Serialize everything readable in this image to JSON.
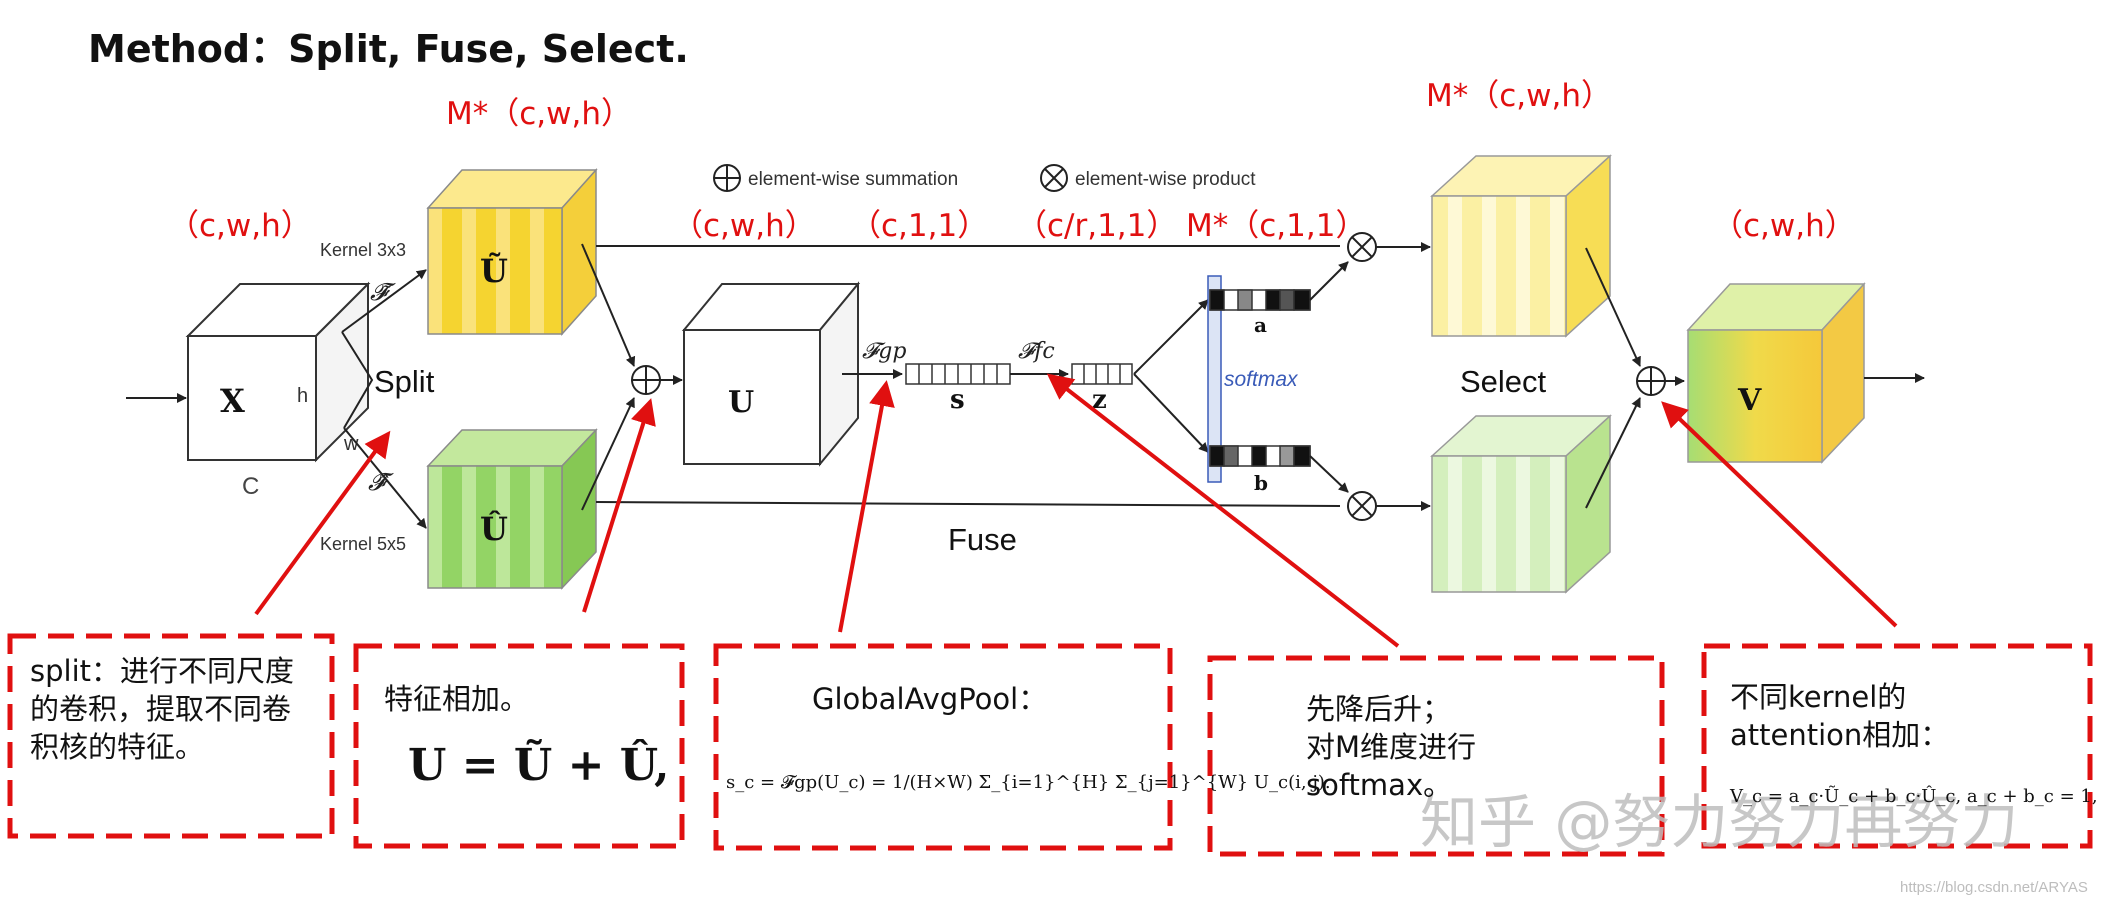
{
  "title": "Method：Split, Fuse, Select.",
  "colors": {
    "red": "#e01010",
    "yellow": "#f5d430",
    "green": "#93d465",
    "softmax_blue": "#3a5bb8"
  },
  "dims": {
    "x_input": "（c,w,h）",
    "branches": "M*（c,w,h）",
    "u": "（c,w,h）",
    "s": "（c,1,1）",
    "z": "（c/r,1,1）",
    "attention": "M*（c,1,1）",
    "select_out": "M*（c,w,h）",
    "v_out": "（c,w,h）"
  },
  "legend": {
    "sum": "element-wise summation",
    "product": "element-wise product"
  },
  "diagram": {
    "x_label": "X",
    "h_label": "h",
    "w_label": "w",
    "c_label": "C",
    "split_label": "Split",
    "fuse_label": "Fuse",
    "select_label": "Select",
    "kernel3": "Kernel 3x3",
    "kernel5": "Kernel 5x5",
    "u_tilde": "Ũ",
    "u_hat": "Û",
    "u_label": "U",
    "s_label": "s",
    "z_label": "z",
    "a_label": "a",
    "b_label": "b",
    "v_label": "V",
    "f_tilde": "𝓕̃",
    "f_hat": "𝓕̂",
    "f_gp": "𝓕gp",
    "f_fc": "𝓕fc",
    "softmax": "softmax"
  },
  "annotations": {
    "split": "split：进行不同尺度\n的卷积，提取不同卷\n积核的特征。",
    "sum": "特征相加。",
    "sum_formula": "U = Ũ + Û,",
    "gap": "GlobalAvgPool：",
    "gap_formula": "s_c = 𝓕gp(U_c) = 1/(H×W) Σ_{i=1}^{H} Σ_{j=1}^{W} U_c(i, j).",
    "fc": "先降后升；\n对M维度进行\nsoftmax。",
    "attention": "不同kernel的\nattention相加：",
    "attention_formula": "V_c = a_c·Ũ_c + b_c·Û_c,  a_c + b_c = 1,"
  },
  "watermark": "知乎 @努力努力再努力",
  "source": "https://blog.csdn.net/ARYAS"
}
